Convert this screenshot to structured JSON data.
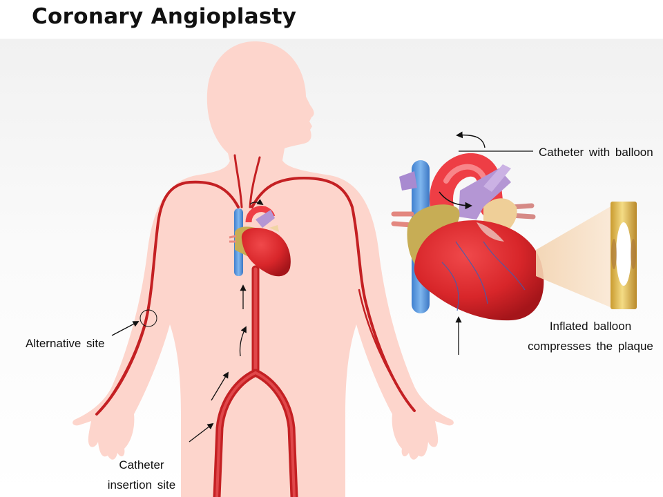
{
  "title": "Coronary Angioplasty",
  "labels": {
    "catheter_with_balloon": "Catheter  with balloon",
    "inflated_line1": "Inflated  balloon",
    "inflated_line2": "compresses  the  plaque",
    "alternative_site": "Alternative  site",
    "insertion_line1": "Catheter",
    "insertion_line2": "insertion  site"
  },
  "colors": {
    "body": "#fdd5cc",
    "artery": "#c42023",
    "heart": "#d8262a",
    "aorta": "#ee3e45",
    "vein": "#5b9be0",
    "fat": "#c7ad55",
    "pulmonary": "#b496d4",
    "balloon_tube": "#e9c155",
    "beam": "#f6dcbd"
  },
  "icons": [
    "arrow-icon",
    "curved-arrow-icon",
    "site-circle-icon"
  ]
}
